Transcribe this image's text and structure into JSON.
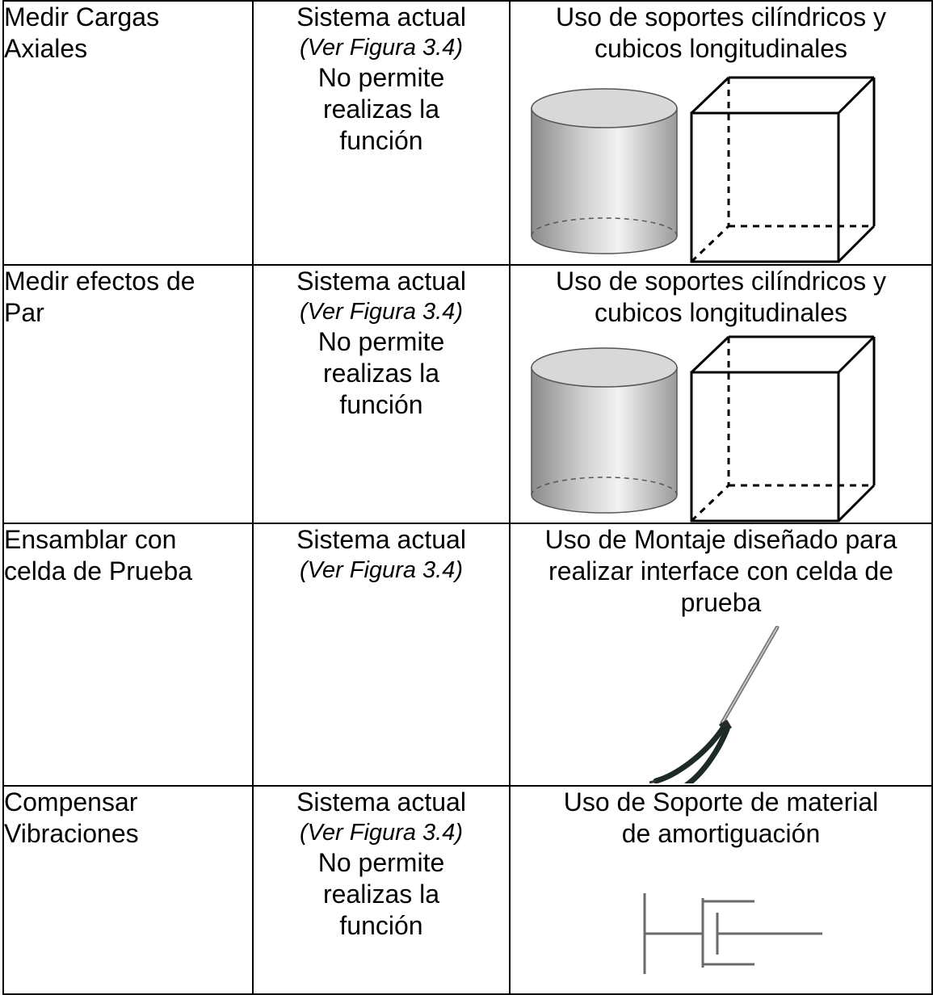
{
  "rows": [
    {
      "function": "Medir Cargas Axiales",
      "current_system": "Sistema actual",
      "current_ref": "(Ver Figura 3.4)",
      "current_note": "No permite realizas la función",
      "proposal": "Uso de soportes cilíndricos y cubicos longitudinales",
      "figure": "cylinder-and-cube"
    },
    {
      "function": "Medir efectos de Par",
      "current_system": "Sistema actual",
      "current_ref": "(Ver Figura 3.4)",
      "current_note": "No permite realizas la función",
      "proposal": "Uso de soportes cilíndricos y cubicos longitudinales",
      "figure": "cylinder-and-cube"
    },
    {
      "function": "Ensamblar con celda de Prueba",
      "current_system": "Sistema actual",
      "current_ref": "(Ver Figura 3.4)",
      "current_note": "",
      "proposal": "Uso de Montaje diseñado para realizar interface con celda de prueba",
      "figure": "bicycle-fork"
    },
    {
      "function": "Compensar Vibraciones",
      "current_system": "Sistema actual",
      "current_ref": "(Ver Figura 3.4)",
      "current_note": "No permite realizas la función",
      "proposal": "Uso de Soporte de material de amortiguación",
      "figure": "damper-symbol"
    }
  ]
}
